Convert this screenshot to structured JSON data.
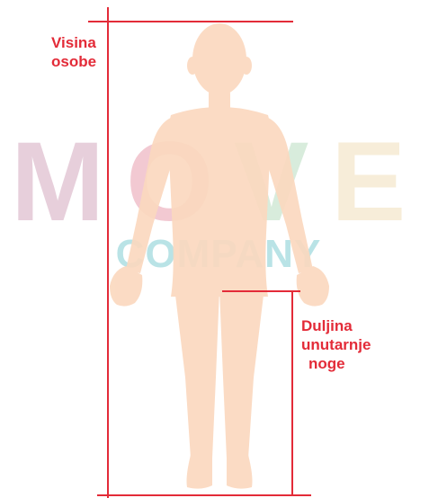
{
  "watermark": {
    "brand_word": "MOVE",
    "brand_letters": [
      "M",
      "O",
      "V",
      "E"
    ],
    "brand_letter_colors": [
      "#e7cfdb",
      "#f2c9d2",
      "#d8ecdc",
      "#f7edd9"
    ],
    "company_word": "COMPANY",
    "company_color": "#b9e3e6"
  },
  "figure": {
    "body_color": "#fbd9bf"
  },
  "measure_color": "#e32b38",
  "labels": {
    "height": {
      "line1": "Visina",
      "line2": "osobe"
    },
    "inseam": {
      "line1": "Duljina",
      "line2": "unutarnje",
      "line3": "noge"
    }
  }
}
